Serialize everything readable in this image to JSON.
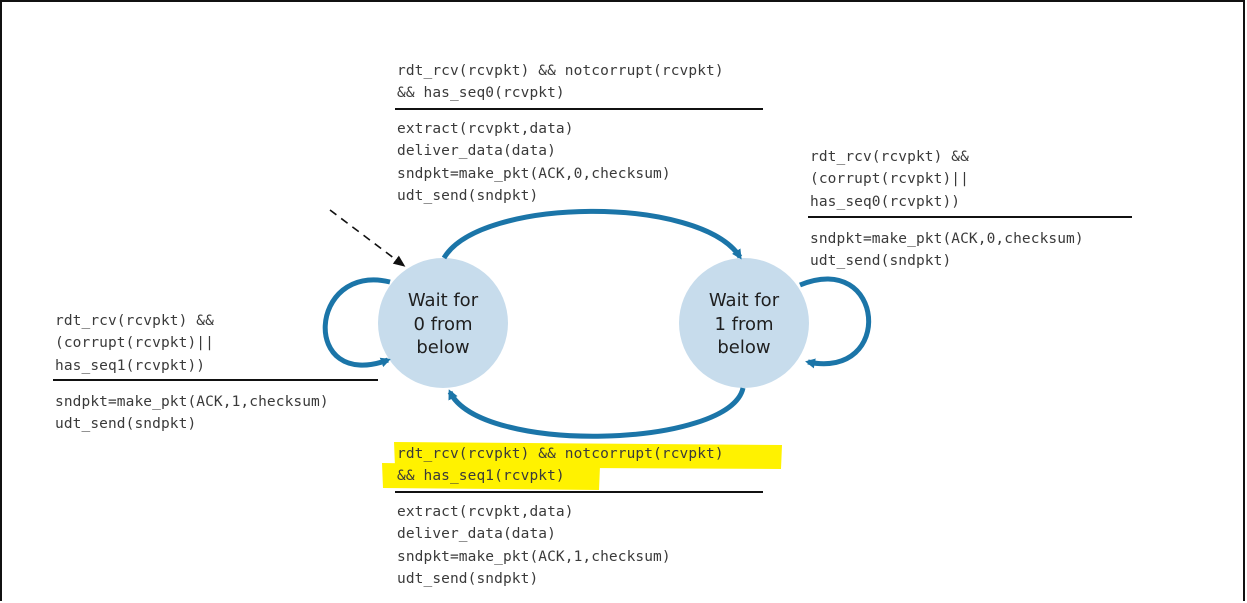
{
  "states": {
    "s0": [
      "Wait for",
      "0 from",
      "below"
    ],
    "s1": [
      "Wait for",
      "1 from",
      "below"
    ]
  },
  "transitions": {
    "top": {
      "event": [
        "rdt_rcv(rcvpkt) && notcorrupt(rcvpkt)",
        "&& has_seq0(rcvpkt)"
      ],
      "actions": [
        "extract(rcvpkt,data)",
        "deliver_data(data)",
        "sndpkt=make_pkt(ACK,0,checksum)",
        "udt_send(sndpkt)"
      ]
    },
    "right": {
      "event": [
        "rdt_rcv(rcvpkt) &&",
        "(corrupt(rcvpkt)||",
        "has_seq0(rcvpkt))"
      ],
      "actions": [
        "sndpkt=make_pkt(ACK,0,checksum)",
        "udt_send(sndpkt)"
      ]
    },
    "left": {
      "event": [
        "rdt_rcv(rcvpkt) &&",
        "(corrupt(rcvpkt)||",
        "has_seq1(rcvpkt))"
      ],
      "actions": [
        "sndpkt=make_pkt(ACK,1,checksum)",
        "udt_send(sndpkt)"
      ]
    },
    "bottom": {
      "event": [
        "rdt_rcv(rcvpkt) && notcorrupt(rcvpkt)",
        "&& has_seq1(rcvpkt)"
      ],
      "actions": [
        "extract(rcvpkt,data)",
        "deliver_data(data)",
        "sndpkt=make_pkt(ACK,1,checksum)",
        "udt_send(sndpkt)"
      ]
    }
  },
  "colors": {
    "state_fill": "#c7dcec",
    "arrow": "#1b75a8",
    "highlight": "#fff200",
    "text": "#3a3a3a"
  }
}
